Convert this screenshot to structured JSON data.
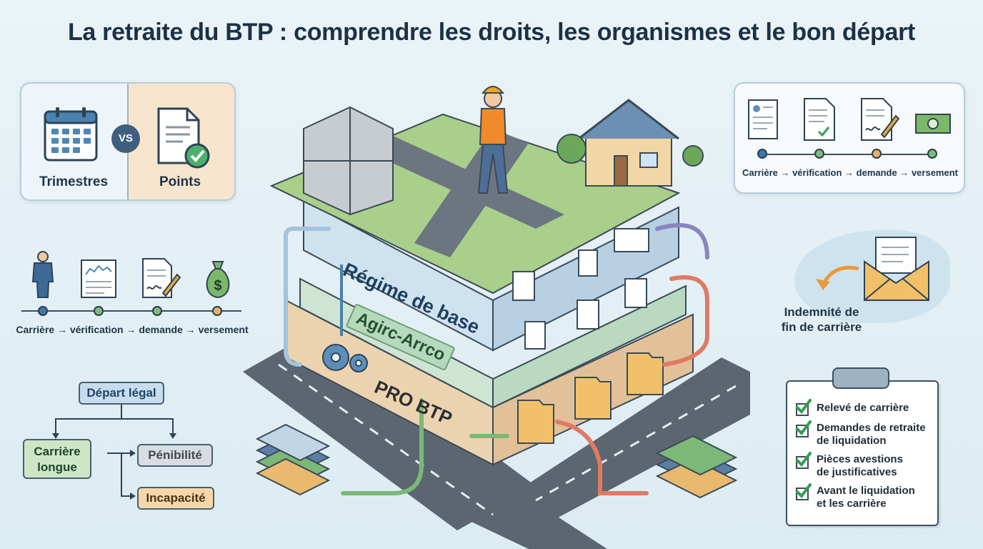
{
  "title": "La retraite du BTP : comprendre les droits, les organismes et le bon départ",
  "comparison": {
    "left_label": "Trimestres",
    "vs_label": "VS",
    "right_label": "Points"
  },
  "timeline_left": {
    "caption": "Carrière → vérification → demande → versement"
  },
  "timeline_right": {
    "caption": "Carrière → vérification → demande → versement"
  },
  "layers": {
    "top": "Régime de base",
    "middle": "Agirc-Arrco",
    "bottom": "PRO BTP"
  },
  "indemnite": {
    "line1": "Indemnité de",
    "line2": "fin de carrière"
  },
  "flow": {
    "root": "Départ légal",
    "left": "Carrière longue",
    "penibilite": "Pénibilité",
    "incapacite": "Incapacité"
  },
  "checklist": {
    "items": [
      {
        "line1": "Relevé de carrière",
        "line2": ""
      },
      {
        "line1": "Demandes de retraite",
        "line2": "de liquidation"
      },
      {
        "line1": "Pièces avestions",
        "line2": "de justificatives"
      },
      {
        "line1": "Avant le liquidation",
        "line2": "et les carrière"
      }
    ]
  },
  "colors": {
    "blue_layer": "#cfe2ef",
    "green_layer": "#d6e8d8",
    "sand_layer": "#f1dcc0",
    "road": "#5b6670",
    "accent_green": "#2f9e55"
  }
}
